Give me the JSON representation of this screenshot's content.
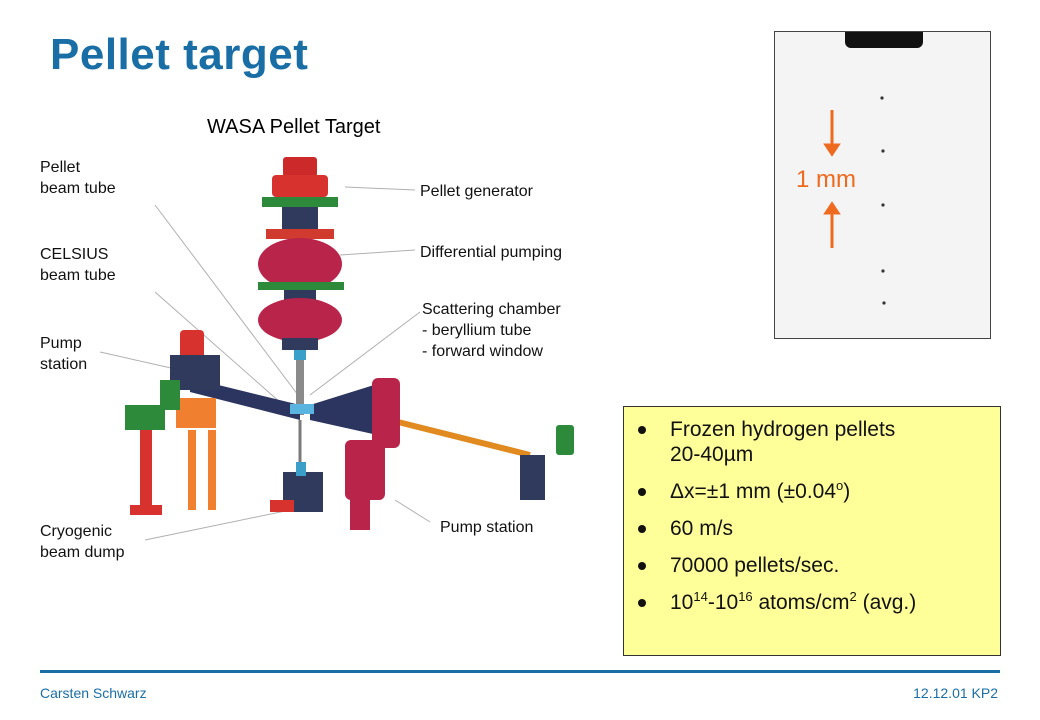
{
  "slide": {
    "title": "Pellet target"
  },
  "figure": {
    "title": "WASA Pellet Target",
    "labels": {
      "pellet_beam_tube_1": "Pellet",
      "pellet_beam_tube_2": "beam tube",
      "celsius_1": "CELSIUS",
      "celsius_2": "beam tube",
      "pump_station_left_1": "Pump",
      "pump_station_left_2": "station",
      "cryogenic_1": "Cryogenic",
      "cryogenic_2": "beam dump",
      "pellet_generator": "Pellet generator",
      "differential_pumping": "Differential pumping",
      "scattering_1": "Scattering chamber",
      "scattering_2": "- beryllium tube",
      "scattering_3": "- forward window",
      "pump_station_right": "Pump station"
    }
  },
  "photo": {
    "scale_label": "1 mm",
    "arrow_color": "#ee6a1f"
  },
  "bullets": {
    "b1_line1": "Frozen hydrogen pellets",
    "b1_line2": "20-40µm",
    "b2_main": "Δx=±1 mm (±0.04",
    "b2_sup": "o",
    "b2_end": ")",
    "b3": "60 m/s",
    "b4": "70000 pellets/sec.",
    "b5_a": "10",
    "b5_sup1": "14",
    "b5_b": "-10",
    "b5_sup2": "16",
    "b5_c": " atoms/cm",
    "b5_sup3": "2",
    "b5_d": " (avg.)"
  },
  "footer": {
    "author": "Carsten Schwarz",
    "date_code": "12.12.01 KP2"
  },
  "colors": {
    "title": "#1a6ea6",
    "bullet_box": "#ffff99",
    "accent": "#ee6a1f"
  }
}
